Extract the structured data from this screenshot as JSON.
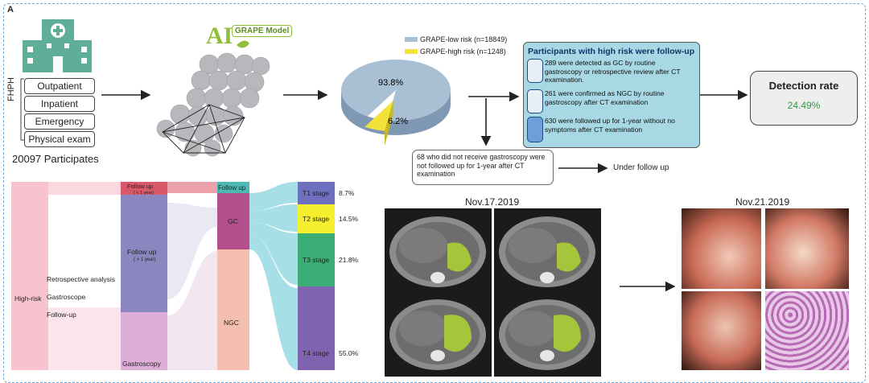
{
  "panel_label": "A",
  "fhph_label": "FHPH",
  "wards": [
    "Outpatient",
    "Inpatient",
    "Emergency",
    "Physical exam"
  ],
  "participants": "20097 Participates",
  "model_label": "GRAPE Model",
  "model_logo": "AI",
  "pie": {
    "legend": [
      "GRAPE-low risk (n=18849)",
      "GRAPE-high risk (n=1248)"
    ],
    "low_pct_label": "93.8%",
    "high_pct_label": "6.2%",
    "low_pct": 93.8,
    "high_pct": 6.2,
    "colors": {
      "low": "#a9bfd4",
      "high": "#f2e23a"
    }
  },
  "followup": {
    "title": "Participants with high risk were follow-up",
    "items": [
      "289 were detected as GC by routine gastroscopy or retrospective review after CT examination.",
      "261 were confirmed as NGC by routine gastroscopy after CT examination",
      "630 were followed up for 1-year without no symptoms after CT examination"
    ],
    "icons": [
      "stomach-icon",
      "stomach-icon",
      "tablet-icon"
    ]
  },
  "detection": {
    "title": "Detection rate",
    "value": "24.49%"
  },
  "not_followed": "68  who did not receive gastroscopy were not followed up for 1-year after CT examination",
  "under_follow_up": "Under follow up",
  "sankey": {
    "high_risk": "High-risk",
    "methods": [
      "Retrospective analysis",
      "Gastroscope",
      "Follow-up"
    ],
    "fu_short_top": "Follow up",
    "fu_short_sub": "( < 1 year)",
    "fu_long_top": "Follow up",
    "fu_long_sub": "( > 1 year)",
    "gastroscopy": "Gastroscopy",
    "follow_up": "Follow up",
    "gc": "GC",
    "ngc": "NGC",
    "stages": [
      "T1 stage",
      "T2 stage",
      "T3 stage",
      "T4 stage"
    ],
    "stage_pcts": [
      "8.7%",
      "14.5%",
      "21.8%",
      "55.0%"
    ],
    "colors": {
      "high_risk": "#f6c3cf",
      "fu_short": "#d9596b",
      "fu_long": "#8a86c0",
      "gastroscopy": "#dcaed8",
      "follow_up": "#4fb7b4",
      "gc": "#b44f8e",
      "ngc": "#f4bfae",
      "t1": "#6f6fc0",
      "t2": "#f5ef2e",
      "t3": "#3aae76",
      "t4": "#7f63ae"
    }
  },
  "ct": {
    "date": "Nov.17.2019"
  },
  "endoscopy": {
    "date": "Nov.21.2019"
  }
}
